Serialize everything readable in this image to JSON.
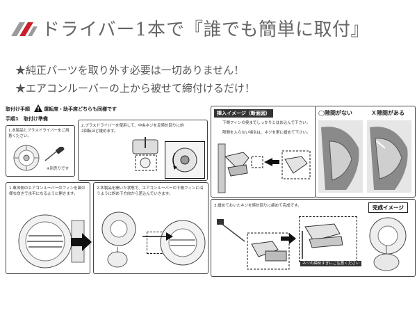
{
  "header": {
    "title_prefix": "ドライバー1本で",
    "title_quoted": "『誰でも簡単に取付』",
    "subtitle_1": "★純正パーツを取り外す必要は一切ありません！",
    "subtitle_2": "★エアコンルーバーの上から被せて締付けるだけ！"
  },
  "procedure": {
    "heading": "取付け手順",
    "warning": "運転席・助手席どちらも同様です",
    "step0_title": "手順1　取付け準備",
    "step0_text": "1.本製品とプラスドライバーをご用意ください。",
    "step0_note": "※別売りです",
    "step2_text": "2.プラスドライバーを使用して、中央ネジを反時計回りに約2回転ほど緩めます。",
    "step1b_text": "1.車体側のエアコンルーバーのフィンを図の様な向きで水平になるように開きます。",
    "step2b_text": "2.本製品を開いた状態で、エアコンルーバーの下側フィンに沿うように斜め下方向から差込んでいきます。",
    "step3_text": "3.緩めておいたネジを時計回りに締めて完成です。",
    "insert_tag": "挿入イメージ（断面図）",
    "insert_text_1": "下側フィンの奥までしっかりとはめ込んで下さい。",
    "insert_text_2": "隙間を入らない場合は、ネジを更に緩めて下さい。",
    "no_gap": "隙間がない",
    "gap": "隙間がある",
    "mark_ok": "◯",
    "mark_ng": "Ｘ",
    "complete_tag": "完成イメージ",
    "caution": "ネジの締めすぎにご注意ください"
  },
  "colors": {
    "logo_red": "#c8202a",
    "logo_gray": "#9a9a9a",
    "arrow": "#111111"
  }
}
